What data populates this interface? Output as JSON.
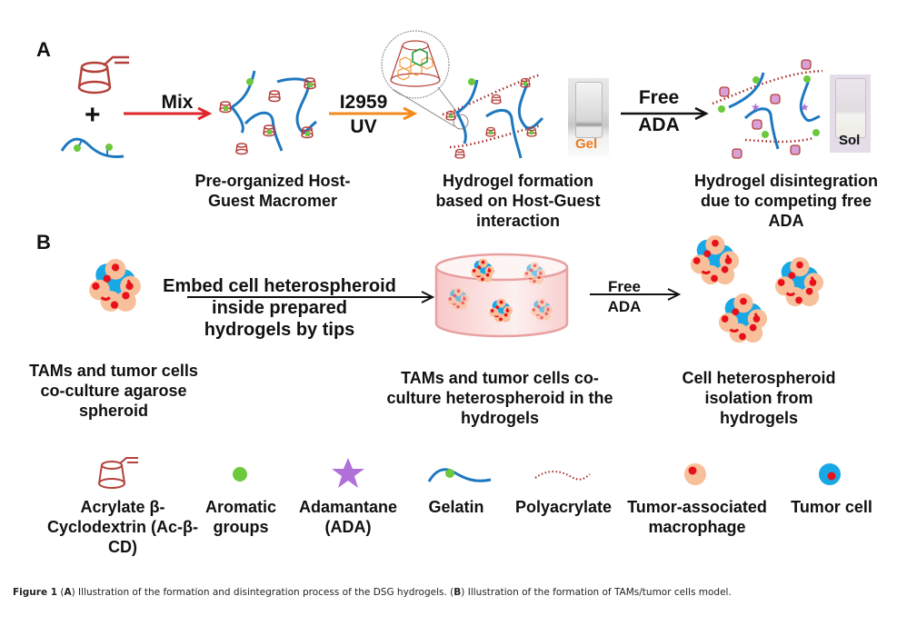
{
  "panel_a": {
    "label": "A",
    "reactant_plus": "+",
    "step1": {
      "arrow_label": "Mix",
      "arrow_color": "#e0262a"
    },
    "product1_caption": [
      "Pre-organized Host-",
      "Guest Macromer"
    ],
    "step2": {
      "arrow_label_1": "I2959",
      "arrow_label_2": "UV",
      "arrow_color": "#f28a1e"
    },
    "product2_caption": [
      "Hydrogel formation",
      "based on Host-Guest",
      "interaction"
    ],
    "vial_gel_label": "Gel",
    "vial_gel_label_color": "#f07a1a",
    "step3": {
      "arrow_label_1": "Free",
      "arrow_label_2": "ADA",
      "arrow_color": "#111111"
    },
    "product3_caption": [
      "Hydrogel disintegration",
      "due to competing free",
      "ADA"
    ],
    "vial_sol_label": "Sol"
  },
  "panel_b": {
    "label": "B",
    "step1_label": [
      "Embed cell heterospheroid",
      "inside prepared",
      "hydrogels by tips"
    ],
    "spheroid_caption": [
      "TAMs and tumor cells",
      "co-culture agarose",
      "spheroid"
    ],
    "hydrogel_caption": [
      "TAMs and tumor cells co-",
      "culture heterospheroid in the",
      "hydrogels"
    ],
    "step2_label": [
      "Free",
      "ADA"
    ],
    "isolated_caption": [
      "Cell heterospheroid",
      "isolation from",
      "hydrogels"
    ]
  },
  "legend": {
    "items": [
      {
        "icon": "acrylate-cyclodextrin-icon",
        "label": [
          "Acrylate β-",
          "Cyclodextrin (Ac-β-",
          "CD)"
        ]
      },
      {
        "icon": "aromatic-group-icon",
        "label": [
          "Aromatic",
          "groups"
        ]
      },
      {
        "icon": "adamantane-star-icon",
        "label": [
          "Adamantane",
          "(ADA)"
        ]
      },
      {
        "icon": "gelatin-icon",
        "label": [
          "Gelatin"
        ]
      },
      {
        "icon": "polyacrylate-icon",
        "label": [
          "Polyacrylate"
        ]
      },
      {
        "icon": "macrophage-icon",
        "label": [
          "Tumor-associated",
          "macrophage"
        ]
      },
      {
        "icon": "tumor-cell-icon",
        "label": [
          "Tumor cell"
        ]
      }
    ]
  },
  "colors": {
    "gelatin_blue": "#1e78c0",
    "cd_red": "#b5403a",
    "aromatic_green": "#6cc83c",
    "ada_purple": "#b070d8",
    "macrophage_peach": "#f8c09a",
    "tumor_blue": "#19a8e6",
    "nucleus_red": "#e8101a"
  },
  "figure_caption": {
    "fig_label": "Figure 1",
    "a_label": "A",
    "a_text": " Illustration of the formation and disintegration process of the DSG hydrogels. (",
    "b_label": "B",
    "b_text": " Illustration of the formation of TAMs/tumor cells model."
  }
}
